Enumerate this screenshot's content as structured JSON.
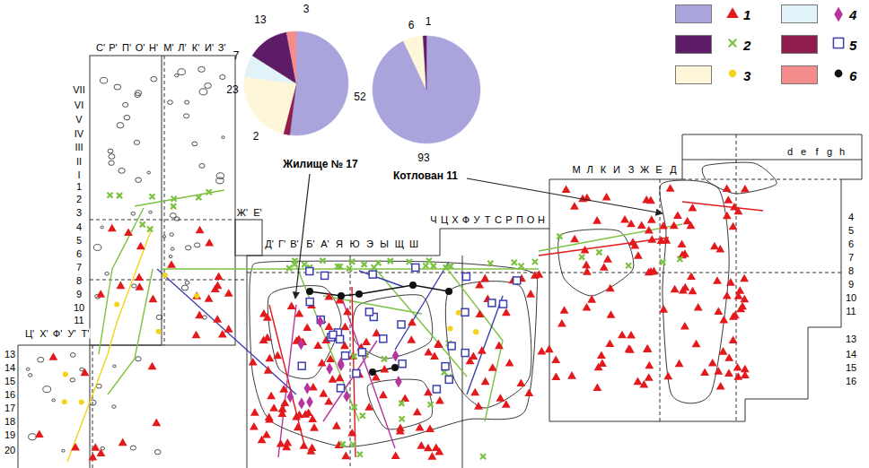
{
  "diagram": {
    "nodes": [
      {
        "text": [
          "13",
          "3",
          "7",
          "23",
          "2",
          "52",
          "Жилище № 17"
        ]
      },
      {
        "text": [
          "6",
          "1",
          "93",
          "Котлован 11"
        ]
      }
    ],
    "labels": [
      "С'",
      "Р'",
      "П'",
      "О'",
      "Н'",
      "М'",
      "Л'",
      "К'",
      "И'",
      "З'",
      "VII",
      "VI",
      "V",
      "IV",
      "III",
      "II",
      "I",
      "1",
      "2",
      "3",
      "4",
      "5",
      "6",
      "7",
      "8",
      "9",
      "10",
      "11",
      "Ж'",
      "Е'",
      "Д'",
      "Г'",
      "В'",
      "Б'",
      "А'",
      "Я",
      "Ю",
      "Э",
      "Ы",
      "Щ",
      "Ш",
      "Ч",
      "Ц",
      "Х",
      "Ф",
      "У",
      "Т",
      "С",
      "Р",
      "П",
      "О",
      "Н",
      "М",
      "Л",
      "К",
      "И",
      "З",
      "Ж",
      "Е",
      "Д",
      "d",
      "e",
      "f",
      "g",
      "h",
      "4",
      "5",
      "6",
      "7",
      "8",
      "9",
      "10",
      "11",
      "13",
      "14",
      "15",
      "16",
      "Ц'",
      "Х'",
      "Ф'",
      "У'",
      "Т'",
      "13",
      "14",
      "15",
      "16",
      "17",
      "18",
      "19",
      "20"
    ],
    "legend": [
      {
        "text": "1",
        "color": "#a9a4dc"
      },
      {
        "text": "2",
        "color": "#5e1c68"
      },
      {
        "text": "3",
        "color": "#fdf6d8"
      },
      {
        "text": "4",
        "color": "#e1f3f8"
      },
      {
        "text": "5",
        "color": "#8e1d4c"
      },
      {
        "text": "6",
        "color": "#f48c8c"
      }
    ]
  }
}
